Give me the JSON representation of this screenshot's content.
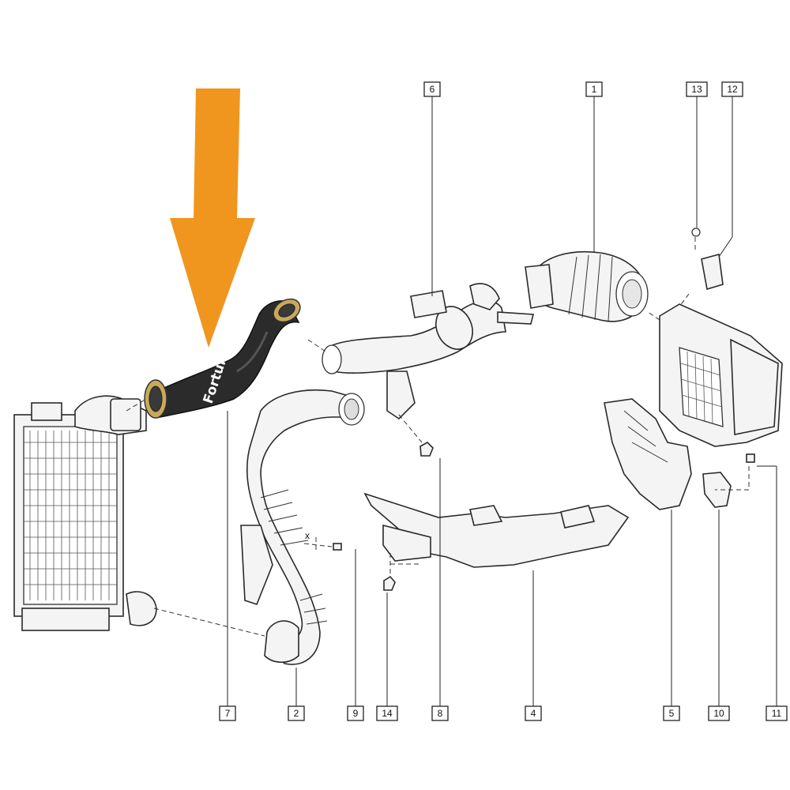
{
  "watermark": "Fortunintercooler",
  "colors": {
    "arrow": "#F0961E",
    "hose": "#2b2b2b",
    "line": "#222222"
  },
  "callouts": [
    {
      "id": "c1",
      "label": "1"
    },
    {
      "id": "c2",
      "label": "2"
    },
    {
      "id": "c4",
      "label": "4"
    },
    {
      "id": "c5",
      "label": "5"
    },
    {
      "id": "c6",
      "label": "6"
    },
    {
      "id": "c7",
      "label": "7"
    },
    {
      "id": "c8",
      "label": "8"
    },
    {
      "id": "c9",
      "label": "9"
    },
    {
      "id": "c10",
      "label": "10"
    },
    {
      "id": "c11",
      "label": "11"
    },
    {
      "id": "c12",
      "label": "12"
    },
    {
      "id": "c13",
      "label": "13"
    },
    {
      "id": "c14",
      "label": "14"
    }
  ],
  "marker_x": "x"
}
